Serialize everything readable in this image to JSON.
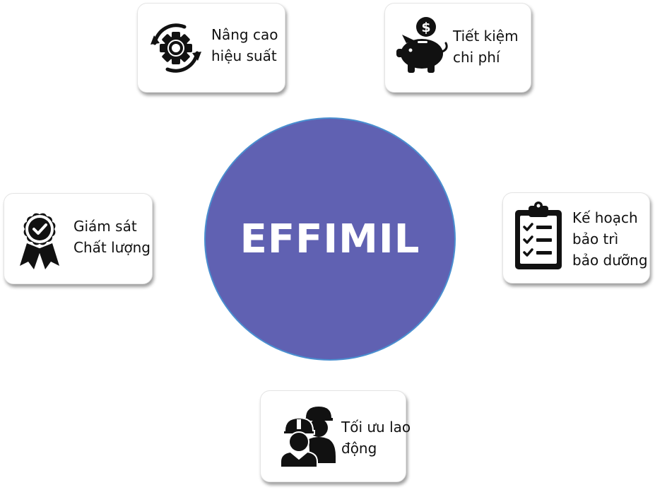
{
  "hub": {
    "label": "EFFIMIL"
  },
  "cards": {
    "efficiency": {
      "icon": "gear-cycle-icon",
      "line1": "Nâng cao",
      "line2": "hiệu suất"
    },
    "cost": {
      "icon": "piggy-bank-icon",
      "line1": "Tiết kiệm",
      "line2": "chi phí"
    },
    "quality": {
      "icon": "quality-badge-icon",
      "line1": "Giám sát",
      "line2": "Chất lượng"
    },
    "maintenance": {
      "icon": "clipboard-checklist-icon",
      "line1": "Kế hoạch",
      "line2": "bảo trì",
      "line3": "bảo dưỡng"
    },
    "labor": {
      "icon": "workers-icon",
      "line1": "Tối ưu lao",
      "line2": "động"
    }
  },
  "colors": {
    "hub_fill": "#6061b2",
    "hub_border": "#4a8fd0",
    "icon": "#111111",
    "card_background": "#ffffff"
  }
}
